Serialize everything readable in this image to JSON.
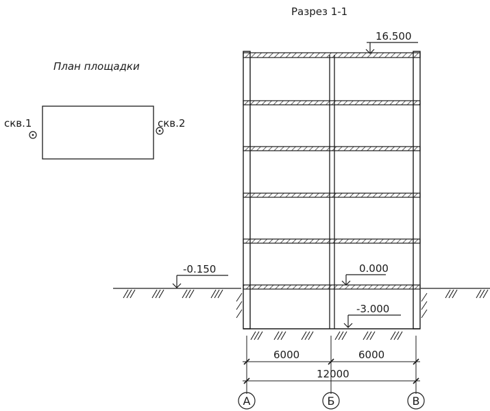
{
  "section_title": "Разрез 1-1",
  "site_plan": {
    "title": "План площадки",
    "borehole_left": "скв.1",
    "borehole_right": "скв.2"
  },
  "elevations": {
    "roof": "16.500",
    "ground": "-0.150",
    "floor": "0.000",
    "foundation": "-3.000"
  },
  "dimensions": {
    "span_left": "6000",
    "span_right": "6000",
    "total": "12000"
  },
  "axes": [
    "A",
    "Б",
    "B"
  ],
  "colors": {
    "line": "#1a1a1a",
    "background": "#ffffff"
  }
}
